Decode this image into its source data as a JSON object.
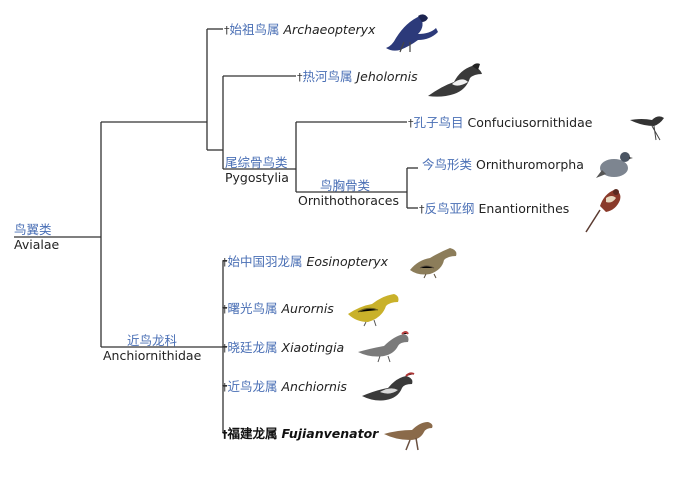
{
  "root": {
    "zh": "鸟翼类",
    "lat": "Avialae"
  },
  "nodes": {
    "pygostylia": {
      "zh": "尾综骨鸟类",
      "lat": "Pygostylia"
    },
    "ornithothoraces": {
      "zh": "鸟胸骨类",
      "lat": "Ornithothoraces"
    },
    "anchiornithidae": {
      "zh": "近鸟龙科",
      "lat": "Anchiornithidae"
    }
  },
  "leaves": [
    {
      "dagger": "†",
      "zh": "始祖鸟属",
      "lat": "Archaeopteryx",
      "italic": true,
      "bold": false,
      "bird": "archaeopteryx-illustration"
    },
    {
      "dagger": "†",
      "zh": "热河鸟属",
      "lat": "Jeholornis",
      "italic": true,
      "bold": false,
      "bird": "jeholornis-illustration"
    },
    {
      "dagger": "†",
      "zh": "孔子鸟目",
      "lat": "Confuciusornithidae",
      "italic": false,
      "bold": false,
      "bird": "confuciusornis-illustration"
    },
    {
      "dagger": "",
      "zh": "今鸟形类",
      "lat": "Ornithuromorpha",
      "italic": false,
      "bold": false,
      "bird": "pigeon-illustration"
    },
    {
      "dagger": "†",
      "zh": "反鸟亚纲",
      "lat": "Enantiornithes",
      "italic": false,
      "bold": false,
      "bird": "enantiornithine-illustration"
    },
    {
      "dagger": "†",
      "zh": "始中国羽龙属",
      "lat": "Eosinopteryx",
      "italic": true,
      "bold": false,
      "bird": "eosinopteryx-illustration"
    },
    {
      "dagger": "†",
      "zh": "曙光鸟属",
      "lat": "Aurornis",
      "italic": true,
      "bold": false,
      "bird": "aurornis-illustration"
    },
    {
      "dagger": "†",
      "zh": "晓廷龙属",
      "lat": "Xiaotingia",
      "italic": true,
      "bold": false,
      "bird": "xiaotingia-illustration"
    },
    {
      "dagger": "†",
      "zh": "近鸟龙属",
      "lat": "Anchiornis",
      "italic": true,
      "bold": false,
      "bird": "anchiornis-illustration"
    },
    {
      "dagger": "†",
      "zh": "福建龙属",
      "lat": "Fujianvenator",
      "italic": true,
      "bold": true,
      "bird": "fujianvenator-illustration"
    }
  ],
  "colors": {
    "chinese_text": "#4a6fb5",
    "branch": "#333333"
  }
}
